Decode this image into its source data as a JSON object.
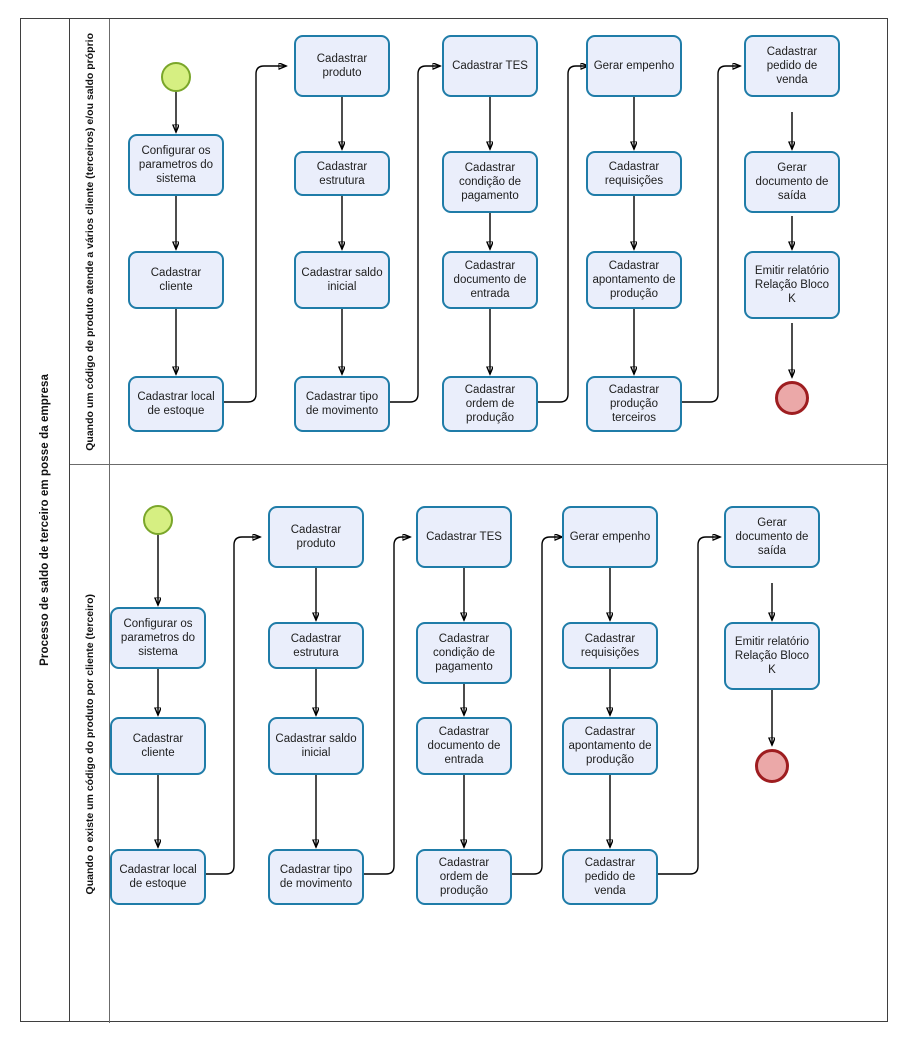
{
  "pool": {
    "title": "Processo de saldo de terceiro em posse da empresa"
  },
  "lanes": [
    {
      "id": "lane-1",
      "title": "Quando um código de produto atende a vários cliente (terceiros) e/ou saldo próprio",
      "start_event": "start-event",
      "end_event": "end-event",
      "columns": [
        {
          "tasks": [
            "Configurar os parametros do sistema",
            "Cadastrar cliente",
            "Cadastrar local de estoque"
          ]
        },
        {
          "tasks": [
            "Cadastrar produto",
            "Cadastrar estrutura",
            "Cadastrar saldo inicial",
            "Cadastrar tipo de movimento"
          ]
        },
        {
          "tasks": [
            "Cadastrar TES",
            "Cadastrar condição de pagamento",
            "Cadastrar documento de entrada",
            "Cadastrar ordem de produção"
          ]
        },
        {
          "tasks": [
            "Gerar empenho",
            "Cadastrar requisições",
            "Cadastrar apontamento de produção",
            "Cadastrar produção terceiros"
          ]
        },
        {
          "tasks": [
            "Cadastrar pedido de venda",
            "Gerar documento de saída",
            "Emitir relatório Relação Bloco K"
          ]
        }
      ]
    },
    {
      "id": "lane-2",
      "title": "Quando o existe um código do produto por cliente (terceiro)",
      "start_event": "start-event",
      "end_event": "end-event",
      "columns": [
        {
          "tasks": [
            "Configurar os parametros do sistema",
            "Cadastrar cliente",
            "Cadastrar local de estoque"
          ]
        },
        {
          "tasks": [
            "Cadastrar produto",
            "Cadastrar estrutura",
            "Cadastrar saldo inicial",
            "Cadastrar tipo de movimento"
          ]
        },
        {
          "tasks": [
            "Cadastrar TES",
            "Cadastrar condição de pagamento",
            "Cadastrar documento de entrada",
            "Cadastrar ordem de produção"
          ]
        },
        {
          "tasks": [
            "Gerar empenho",
            "Cadastrar requisições",
            "Cadastrar apontamento de produção",
            "Cadastrar pedido de venda"
          ]
        },
        {
          "tasks": [
            "Gerar documento de saída",
            "Emitir relatório Relação Bloco K"
          ]
        }
      ]
    }
  ],
  "colors": {
    "task_fill": "#eaeefb",
    "task_stroke": "#1f7ca8",
    "start_fill": "#d6ef82",
    "start_stroke": "#7aa62a",
    "end_fill": "#eba8a8",
    "end_stroke": "#9e1d20",
    "frame_stroke": "#3f3f3f",
    "connector": "#000000"
  }
}
